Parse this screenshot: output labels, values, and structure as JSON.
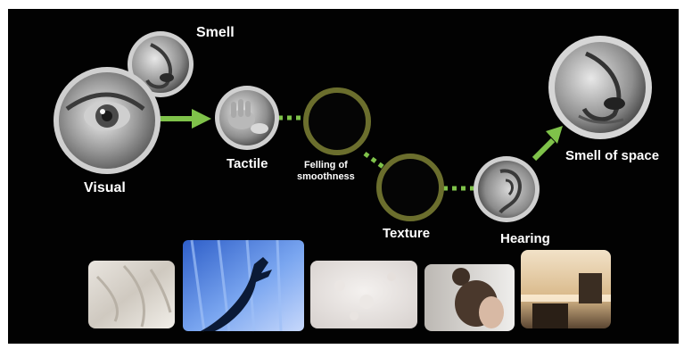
{
  "diagram": {
    "nodes": [
      {
        "id": "visual",
        "label": "Visual",
        "kind": "photo",
        "icon": "eye-icon"
      },
      {
        "id": "smell",
        "label": "Smell",
        "kind": "photo",
        "icon": "nose-icon"
      },
      {
        "id": "tactile",
        "label": "Tactile",
        "kind": "photo",
        "icon": "hand-icon"
      },
      {
        "id": "smoothness",
        "label_line1": "Felling of",
        "label_line2": "smoothness",
        "kind": "empty"
      },
      {
        "id": "texture",
        "label": "Texture",
        "kind": "empty"
      },
      {
        "id": "hearing",
        "label": "Hearing",
        "kind": "photo",
        "icon": "ear-icon"
      },
      {
        "id": "smell-of-space",
        "label": "Smell of space",
        "kind": "photo",
        "icon": "nose-icon"
      }
    ],
    "links": [
      {
        "from": "visual",
        "to": "tactile",
        "style": "solid-arrow"
      },
      {
        "from": "tactile",
        "to": "smoothness",
        "style": "dotted"
      },
      {
        "from": "smoothness",
        "to": "texture",
        "style": "dotted"
      },
      {
        "from": "texture",
        "to": "hearing",
        "style": "dotted"
      },
      {
        "from": "hearing",
        "to": "smell-of-space",
        "style": "solid-arrow"
      }
    ]
  },
  "photo_strip": [
    {
      "subject": "draped white fabric"
    },
    {
      "subject": "hand silhouette behind blue curtain"
    },
    {
      "subject": "soft white texture"
    },
    {
      "subject": "woman with hair bun"
    },
    {
      "subject": "warm lit interior space"
    }
  ],
  "colors": {
    "background": "#020202",
    "arrow": "#7fc24a",
    "empty_ring": "#6b6e2d",
    "photo_ring": "#c9c9c9",
    "label": "#ffffff"
  }
}
